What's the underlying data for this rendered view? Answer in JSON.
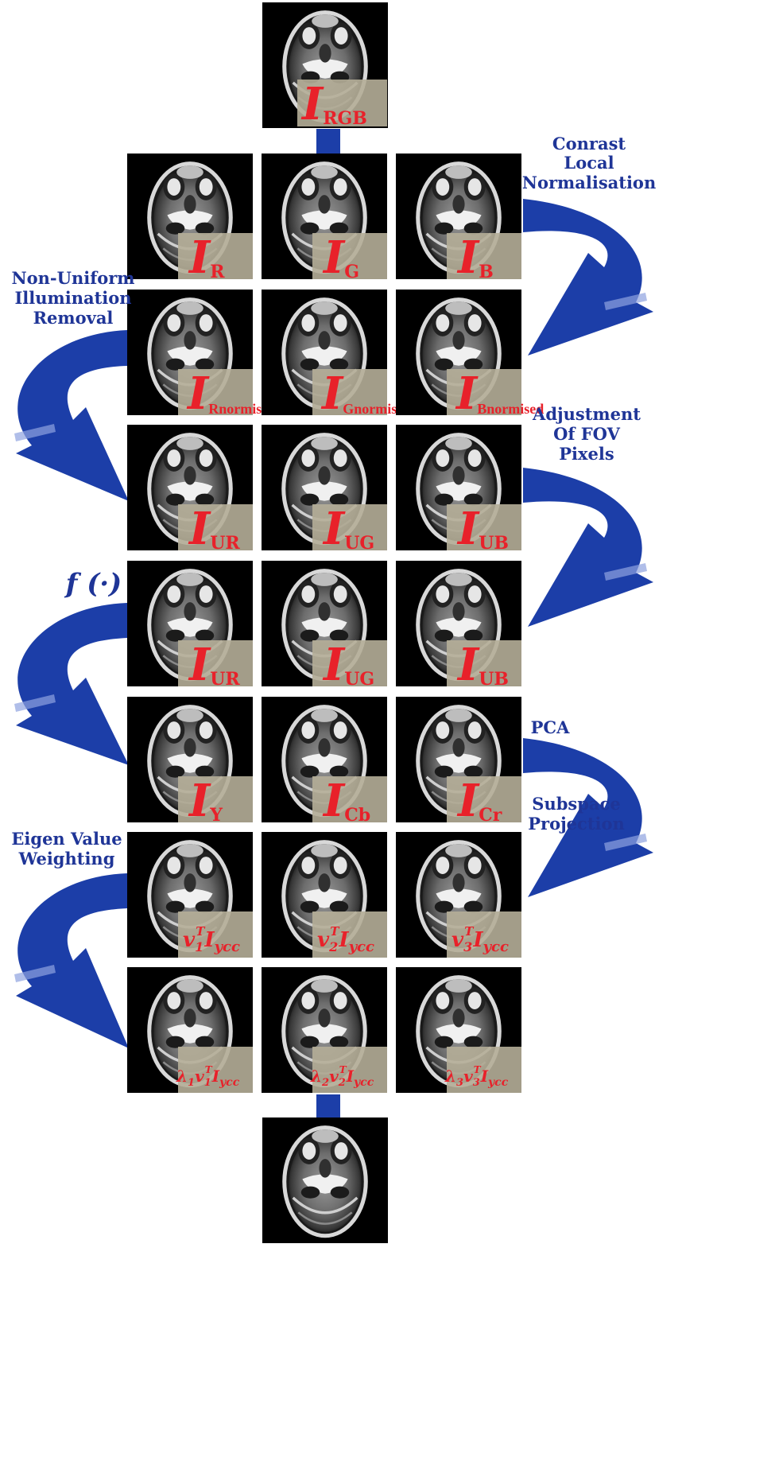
{
  "colors": {
    "arrow": "#1c3ea8",
    "arrow_dark": "#16308a",
    "step_text": "#1f3597",
    "label": "#e8212a",
    "panel": "#000000",
    "overlay": "#b5ae98"
  },
  "steps": {
    "contrast": [
      "Conrast",
      "Local",
      "Normalisation"
    ],
    "illumination": [
      "Non-Uniform",
      "Illumination",
      "Removal"
    ],
    "fov": [
      "Adjustment",
      "Of FOV",
      "Pixels"
    ],
    "fx": "f (·)",
    "pca": "PCA",
    "subspace": [
      "Subspace",
      "Projection"
    ],
    "eigen": [
      "Eigen Value",
      "Weighting"
    ]
  },
  "labels": {
    "I": "I",
    "v": "v",
    "T": "T",
    "ycc": "ycc",
    "lambda": "λ",
    "rgb": "RGB",
    "r": "R",
    "g": "G",
    "b": "B",
    "rn": "Rnormised",
    "gn": "Gnormised",
    "bn": "Bnormised",
    "ur": "UR",
    "ug": "UG",
    "ub": "UB",
    "y": "Y",
    "cb": "Cb",
    "cr": "Cr",
    "n1": "1",
    "n2": "2",
    "n3": "3"
  }
}
